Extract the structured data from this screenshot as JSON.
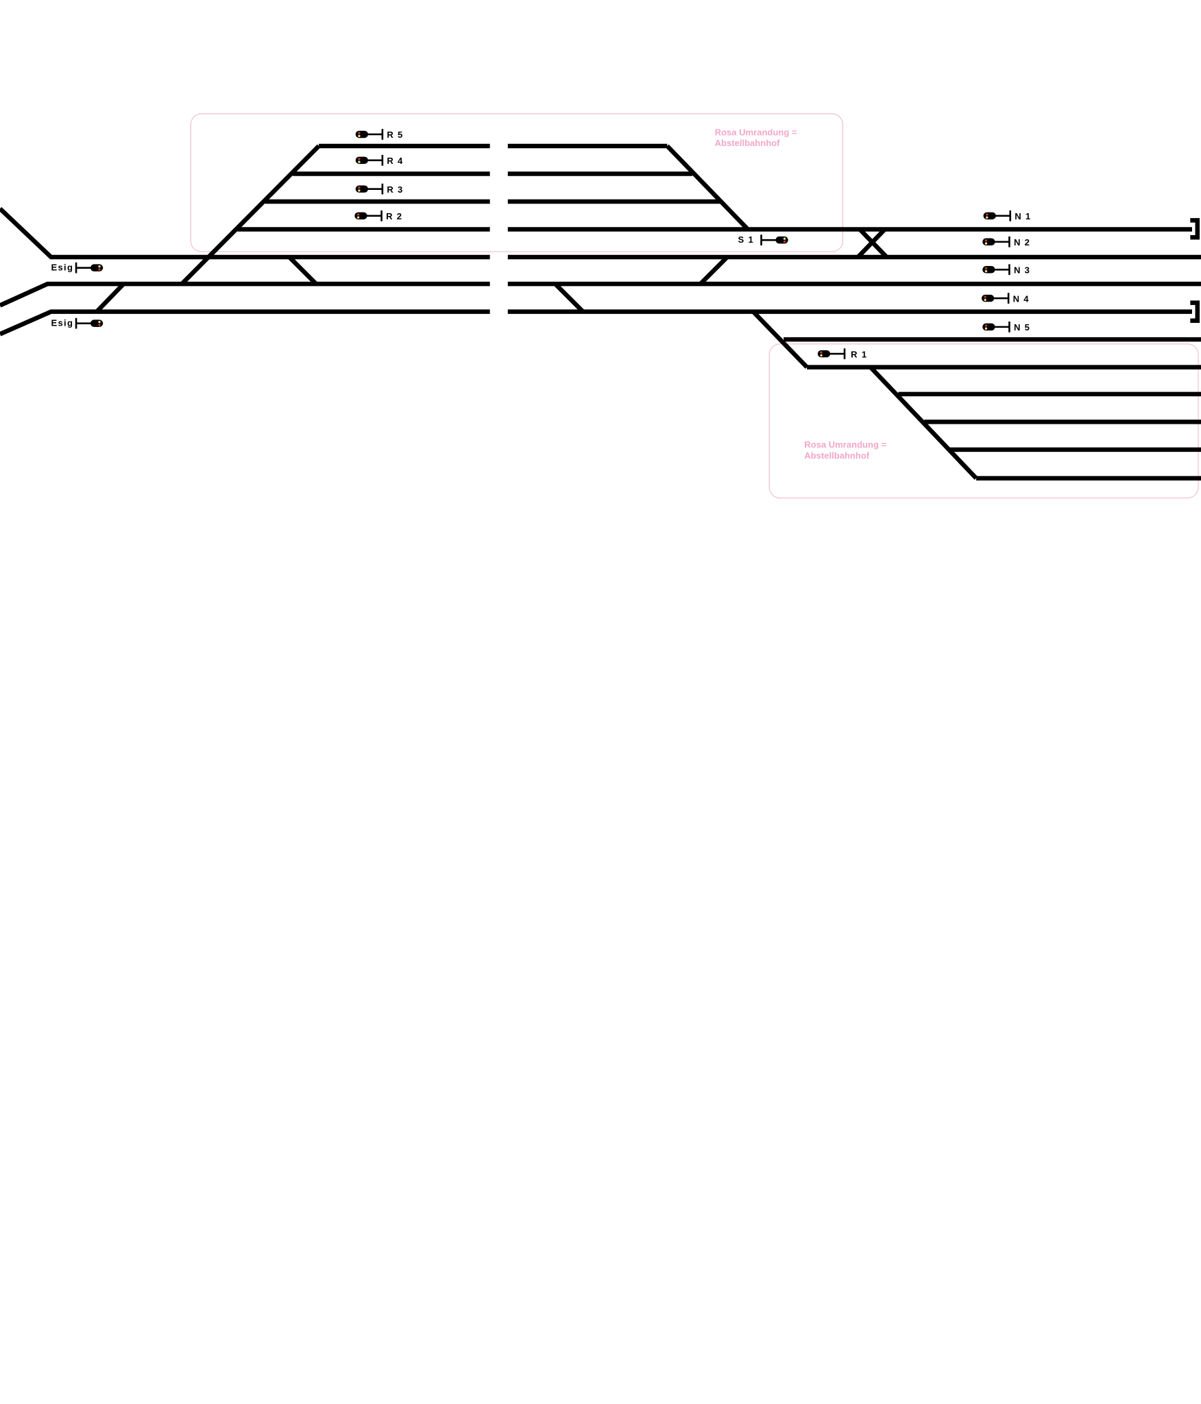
{
  "diagram": {
    "legend_line1": "Rosa Umrandung =",
    "legend_line2": "Abstellbahnhof",
    "colors": {
      "track": "#000000",
      "storage_border": "#f2c4d6",
      "legend_text": "#f3a6c8",
      "signal_red": "#c0392b",
      "signal_yellow": "#e8e08a"
    },
    "signals": {
      "r5": "R 5",
      "r4": "R 4",
      "r3": "R 3",
      "r2": "R 2",
      "r1": "R 1",
      "esig_upper": "Esig",
      "esig_lower": "Esig",
      "s1": "S 1",
      "n1": "N 1",
      "n2": "N 2",
      "n3": "N 3",
      "n4": "N 4",
      "n5": "N 5"
    }
  }
}
